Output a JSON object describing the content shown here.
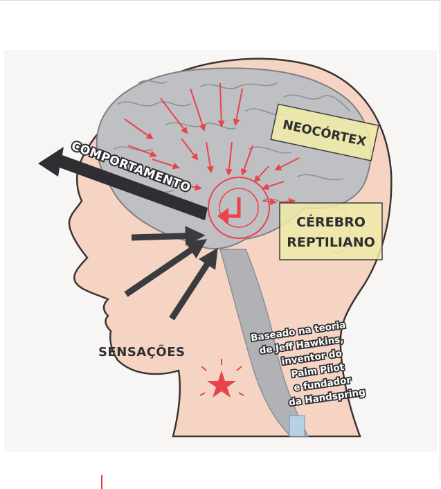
{
  "labels": {
    "comportamento": "COMPORTAMENTO",
    "neocortex": "NEOCÓRTEX",
    "cerebro_line1": "CÉREBRO",
    "cerebro_line2": "REPTILIANO",
    "sensacoes": "SENSAÇÕES"
  },
  "note": {
    "lines": [
      "Baseado na teoria",
      "de Jeff Hawkins,",
      "inventor do",
      "Palm Pilot",
      "e fundador",
      "da Handspring"
    ]
  },
  "colors": {
    "skin": "#f6d4c4",
    "brain": "#bfc0c4",
    "stem": "#b1b2b6",
    "arrow_dark": "#3b3b3f",
    "arrow_red": "#e9444c",
    "label_box": "#efeaa8"
  }
}
